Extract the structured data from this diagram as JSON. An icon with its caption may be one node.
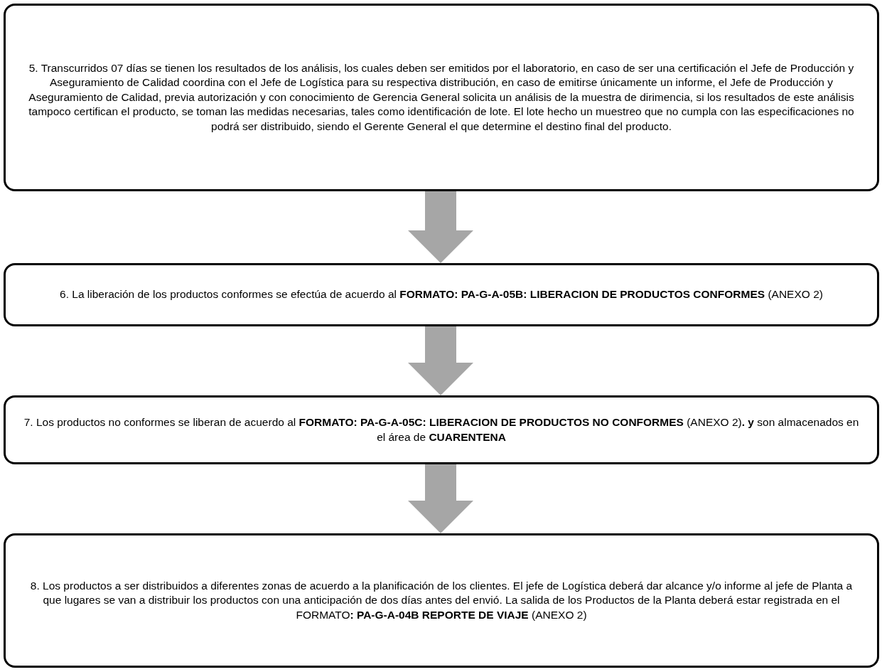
{
  "diagram": {
    "nodes": [
      {
        "text": [
          "5. Transcurridos 07 días se tienen los resultados de los análisis, los cuales deben ser emitidos por el laboratorio, en caso de ser una certificación el Jefe de Producción y Aseguramiento de Calidad coordina con el Jefe de Logística para su respectiva distribución, en caso de emitirse únicamente un informe, el Jefe de Producción y Aseguramiento de Calidad, previa autorización y con conocimiento de Gerencia General solicita un análisis de la muestra de dirimencia, si los resultados de este análisis tampoco certifican el producto, se toman las medidas necesarias, tales como identificación de lote. El lote hecho un muestreo que no cumpla con las especificaciones no podrá ser distribuido, siendo el Gerente General el que determine el destino final del producto."
        ]
      },
      {
        "text": [
          "6. La liberación de los productos conformes se efectúa de acuerdo al **FORMATO: PA-G-A-05B: LIBERACION DE PRODUCTOS CONFORMES** (ANEXO 2)"
        ]
      },
      {
        "text": [
          "7. Los productos no conformes se liberan de acuerdo al **FORMATO: PA-G-A-05C: LIBERACION DE PRODUCTOS NO CONFORMES** (ANEXO 2)**. y** son almacenados en el área de **CUARENTENA**"
        ]
      },
      {
        "text": [
          "8. Los productos a ser distribuidos a diferentes zonas de acuerdo a la planificación de los clientes. El jefe de Logística deberá dar alcance y/o informe al jefe de Planta a que lugares se van a distribuir los productos con una anticipación de dos días antes del envió. La salida de los Productos de la Planta deberá estar registrada en el FORMATO**: PA-G-A-04B REPORTE DE VIAJE** (ANEXO 2)"
        ]
      }
    ],
    "edges": [
      {
        "from": 0,
        "to": 1,
        "arrow": "to"
      },
      {
        "from": 1,
        "to": 2,
        "arrow": "to"
      },
      {
        "from": 2,
        "to": 3,
        "arrow": "to"
      }
    ]
  }
}
